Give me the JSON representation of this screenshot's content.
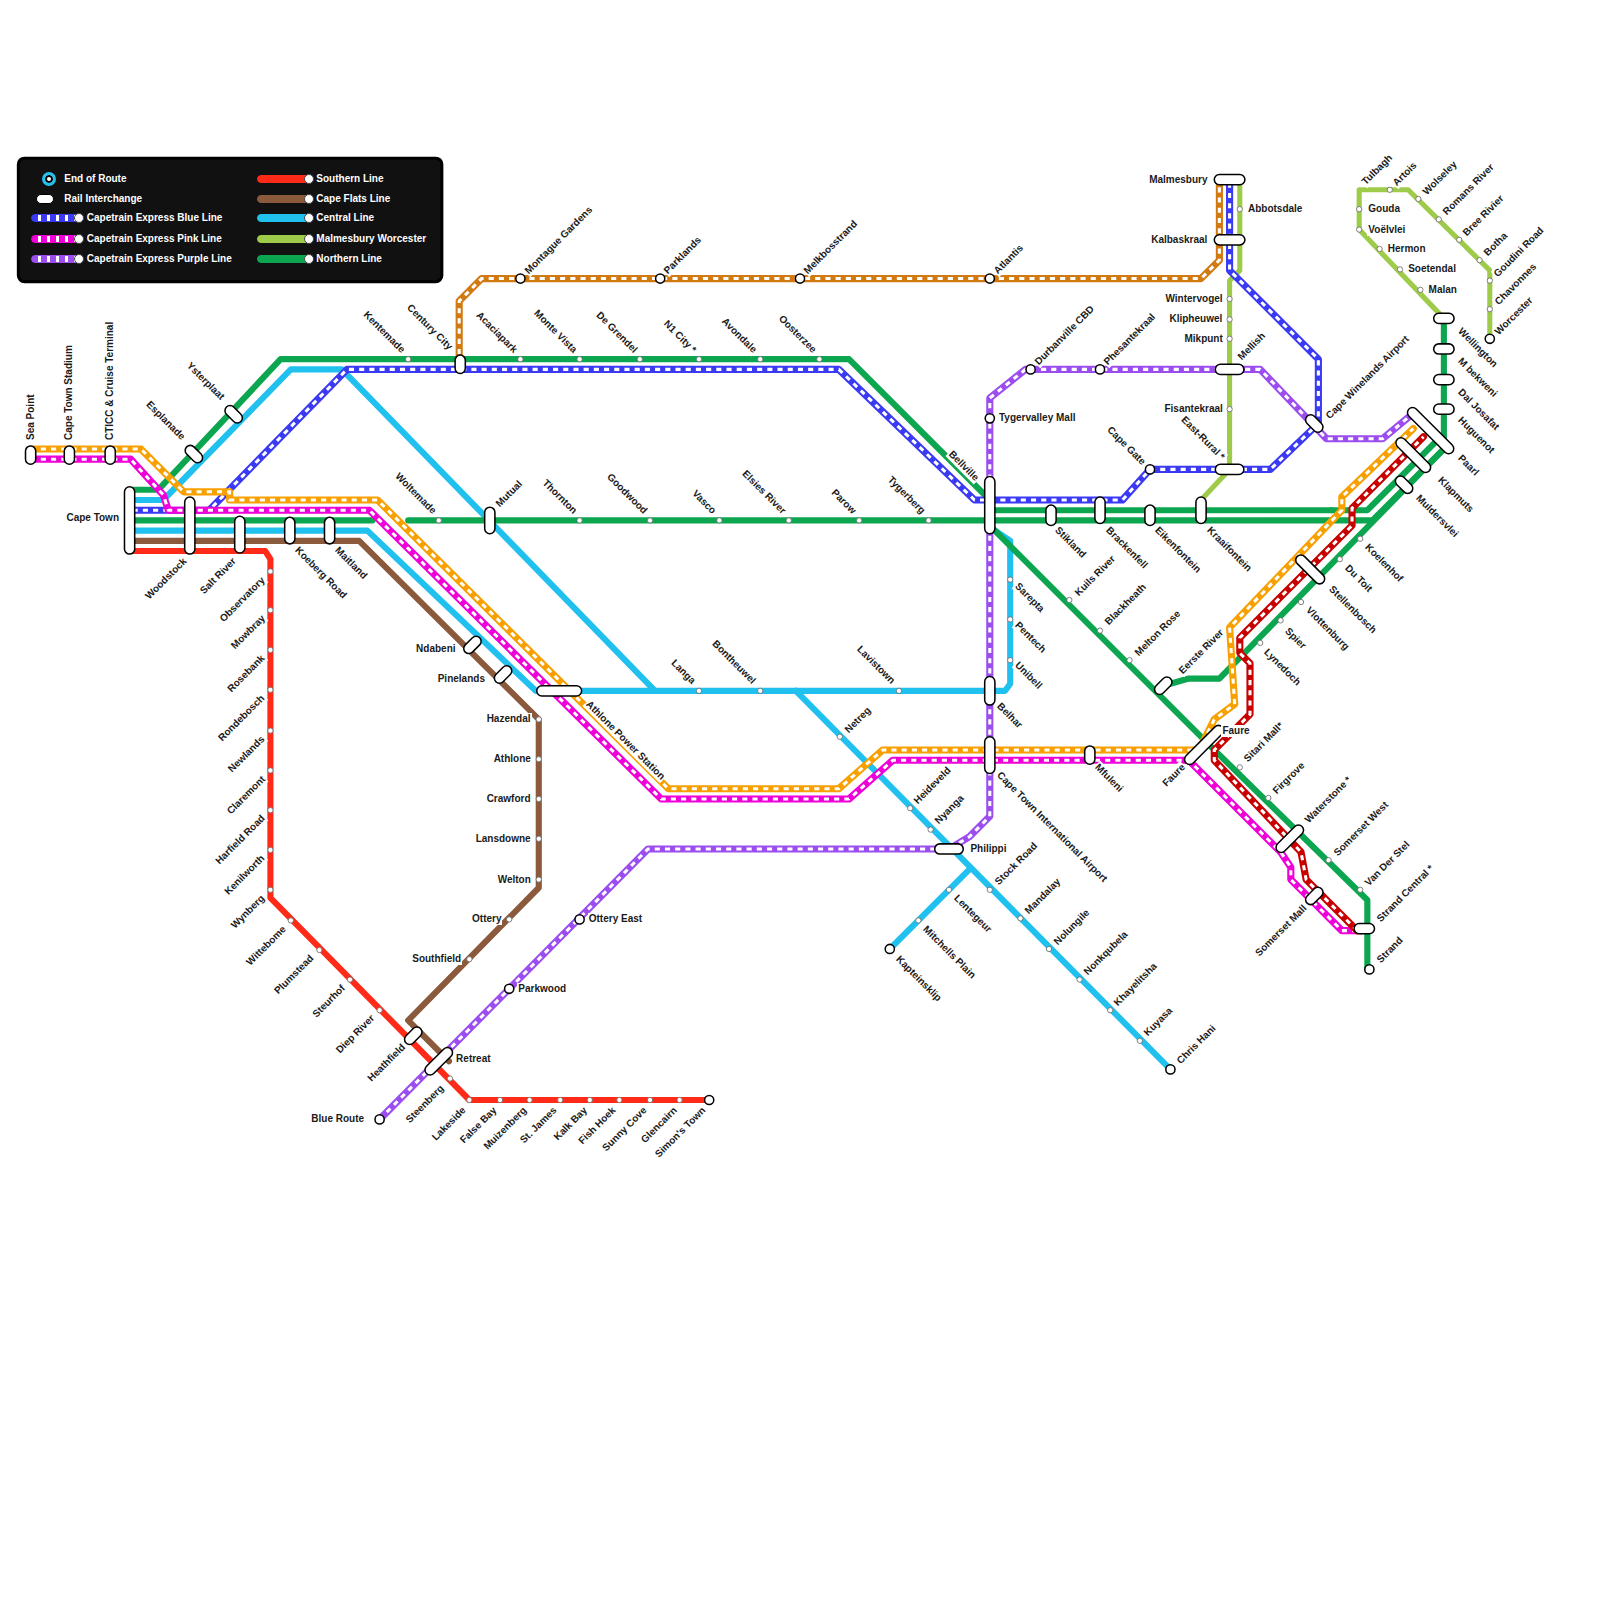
{
  "diagram": {
    "labels": [
      "Sea Point",
      "Cape Town Stadium",
      "CTICC & Cruise Terminal",
      "Cape Town",
      "Esplanade",
      "Ysterplaat",
      "Woodstock",
      "Salt River",
      "Koeberg Road",
      "Maitland",
      "Observatory",
      "Mowbray",
      "Rosebank",
      "Rondebosch",
      "Newlands",
      "Claremont",
      "Harfield Road",
      "Kenilworth",
      "Wynberg",
      "Wittebome",
      "Plumstead",
      "Steurhof",
      "Diep River",
      "Heathfield",
      "Retreat",
      "Steenberg",
      "Lakeside",
      "False Bay",
      "Muizenberg",
      "St. James",
      "Kalk Bay",
      "Fish Hoek",
      "Sunny Cove",
      "Glencairn",
      "Simon's Town",
      "Blue Route",
      "Parkwood",
      "Ottery East",
      "Ottery",
      "Southfield",
      "Welton",
      "Lansdowne",
      "Crawford",
      "Athlone",
      "Hazendal",
      "Pinelands",
      "Ndabeni",
      "Woltemade",
      "Mutual",
      "Thornton",
      "Goodwood",
      "Vasco",
      "Elsies River",
      "Parow",
      "Tygerberg",
      "Bellville",
      "Kentemade",
      "Century City",
      "Acaciapark",
      "Monte Vista",
      "De Grendel",
      "N1 City *",
      "Avondale",
      "Oosterzee",
      "Montague Gardens",
      "Parklands",
      "Melkbosstrand",
      "Atlantis",
      "Malmesbury",
      "Abbotsdale",
      "Kalbaskraal",
      "Wintervogel",
      "Klipheuwel",
      "Mikpunt",
      "Mellish",
      "Fisantekraal",
      "East-Rural *",
      "Durbanville CBD",
      "Phesantekraal",
      "Tygervalley Mall",
      "Cape Winelands Airport",
      "Cape Gate",
      "Stikland",
      "Brackenfell",
      "Eikenfontein",
      "Kraaifontein",
      "Sarepta",
      "Pentech",
      "Unibell",
      "Belhar",
      "Cape Town International Airport",
      "Philippi",
      "Stock Road",
      "Mandalay",
      "Nolungile",
      "Nonkqubela",
      "Khayelitsha",
      "Kuyasa",
      "Chris Hani",
      "Lentegeur",
      "Mitchells Plain",
      "Kapteinsklip",
      "Netreg",
      "Heideveld",
      "Nyanga",
      "Langa",
      "Bontheuwel",
      "Lavistown",
      "Athlone Power Station",
      "Kuils River",
      "Blackheath",
      "Melton Rose",
      "Eerste River",
      "Mfuleni",
      "Faure",
      "Faure",
      "Sitari Mall*",
      "Firgrove",
      "Waterstone *",
      "Somerset West",
      "Van Der Stel",
      "Strand Central *",
      "Strand",
      "Somerset Mall",
      "Lynedoch",
      "Spier",
      "Vlottenburg",
      "Stellenbosch",
      "Du Toit",
      "Koelenhof",
      "Muldersvlei",
      "Klapmuts",
      "Paarl",
      "Huguenot",
      "Dal Josafat",
      "M bekweni",
      "Wellington",
      "Tulbagh",
      "Gouda",
      "Voëlvlei",
      "Hermon",
      "Soetendal",
      "Malan",
      "Artois",
      "Wolseley",
      "Romans River",
      "Bree Rivier",
      "Botha",
      "Goudini Road",
      "Chavonnes",
      "Worcester"
    ],
    "legend": [
      {
        "text": "End of Route"
      },
      {
        "text": "Rail Interchange"
      },
      {
        "text": "Capetrain Express Blue Line",
        "color": "#3a3af5"
      },
      {
        "text": "Capetrain Express Pink Line",
        "color": "#f000d8"
      },
      {
        "text": "Capetrain Express Purple Line",
        "color": "#9b4df0"
      },
      {
        "text": "Southern Line",
        "color": "#ff2a17"
      },
      {
        "text": "Cape Flats Line",
        "color": "#8b5a3c"
      },
      {
        "text": "Central Line",
        "color": "#20c0ef"
      },
      {
        "text": "Malmesbury Worcester",
        "color": "#9ecb4a"
      },
      {
        "text": "Northern Line",
        "color": "#0ba64f"
      }
    ]
  }
}
